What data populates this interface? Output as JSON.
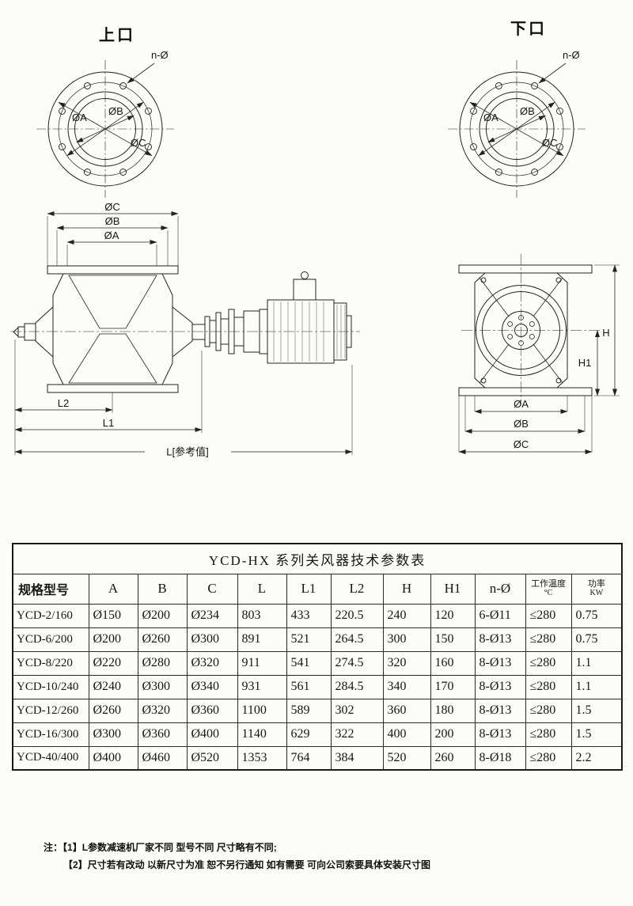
{
  "diagrams": {
    "top_port_title": "上口",
    "bottom_port_title": "下口",
    "dims": {
      "n_holes": "n-Ø",
      "dia_a": "ØA",
      "dia_b": "ØB",
      "dia_c": "ØC",
      "l": "L[参考值]",
      "l1": "L1",
      "l2": "L2",
      "h": "H",
      "h1": "H1"
    }
  },
  "table": {
    "title": "YCD-HX 系列关风器技术参数表",
    "headers": [
      "规格型号",
      "A",
      "B",
      "C",
      "L",
      "L1",
      "L2",
      "H",
      "H1",
      "n-Ø"
    ],
    "header_temp": {
      "line1": "工作温度",
      "line2": "°C"
    },
    "header_power": {
      "line1": "功率",
      "line2": "KW"
    },
    "rows": [
      [
        "YCD-2/160",
        "Ø150",
        "Ø200",
        "Ø234",
        "803",
        "433",
        "220.5",
        "240",
        "120",
        "6-Ø11",
        "≤280",
        "0.75"
      ],
      [
        "YCD-6/200",
        "Ø200",
        "Ø260",
        "Ø300",
        "891",
        "521",
        "264.5",
        "300",
        "150",
        "8-Ø13",
        "≤280",
        "0.75"
      ],
      [
        "YCD-8/220",
        "Ø220",
        "Ø280",
        "Ø320",
        "911",
        "541",
        "274.5",
        "320",
        "160",
        "8-Ø13",
        "≤280",
        "1.1"
      ],
      [
        "YCD-10/240",
        "Ø240",
        "Ø300",
        "Ø340",
        "931",
        "561",
        "284.5",
        "340",
        "170",
        "8-Ø13",
        "≤280",
        "1.1"
      ],
      [
        "YCD-12/260",
        "Ø260",
        "Ø320",
        "Ø360",
        "1100",
        "589",
        "302",
        "360",
        "180",
        "8-Ø13",
        "≤280",
        "1.5"
      ],
      [
        "YCD-16/300",
        "Ø300",
        "Ø360",
        "Ø400",
        "1140",
        "629",
        "322",
        "400",
        "200",
        "8-Ø13",
        "≤280",
        "1.5"
      ],
      [
        "YCD-40/400",
        "Ø400",
        "Ø460",
        "Ø520",
        "1353",
        "764",
        "384",
        "520",
        "260",
        "8-Ø18",
        "≤280",
        "2.2"
      ]
    ]
  },
  "notes": {
    "prefix": "注：",
    "line1": "【1】L参数减速机厂家不同 型号不同 尺寸略有不同;",
    "line2": "【2】尺寸若有改动 以新尺寸为准 恕不另行通知 如有需要 可向公司索要具体安装尺寸图"
  }
}
